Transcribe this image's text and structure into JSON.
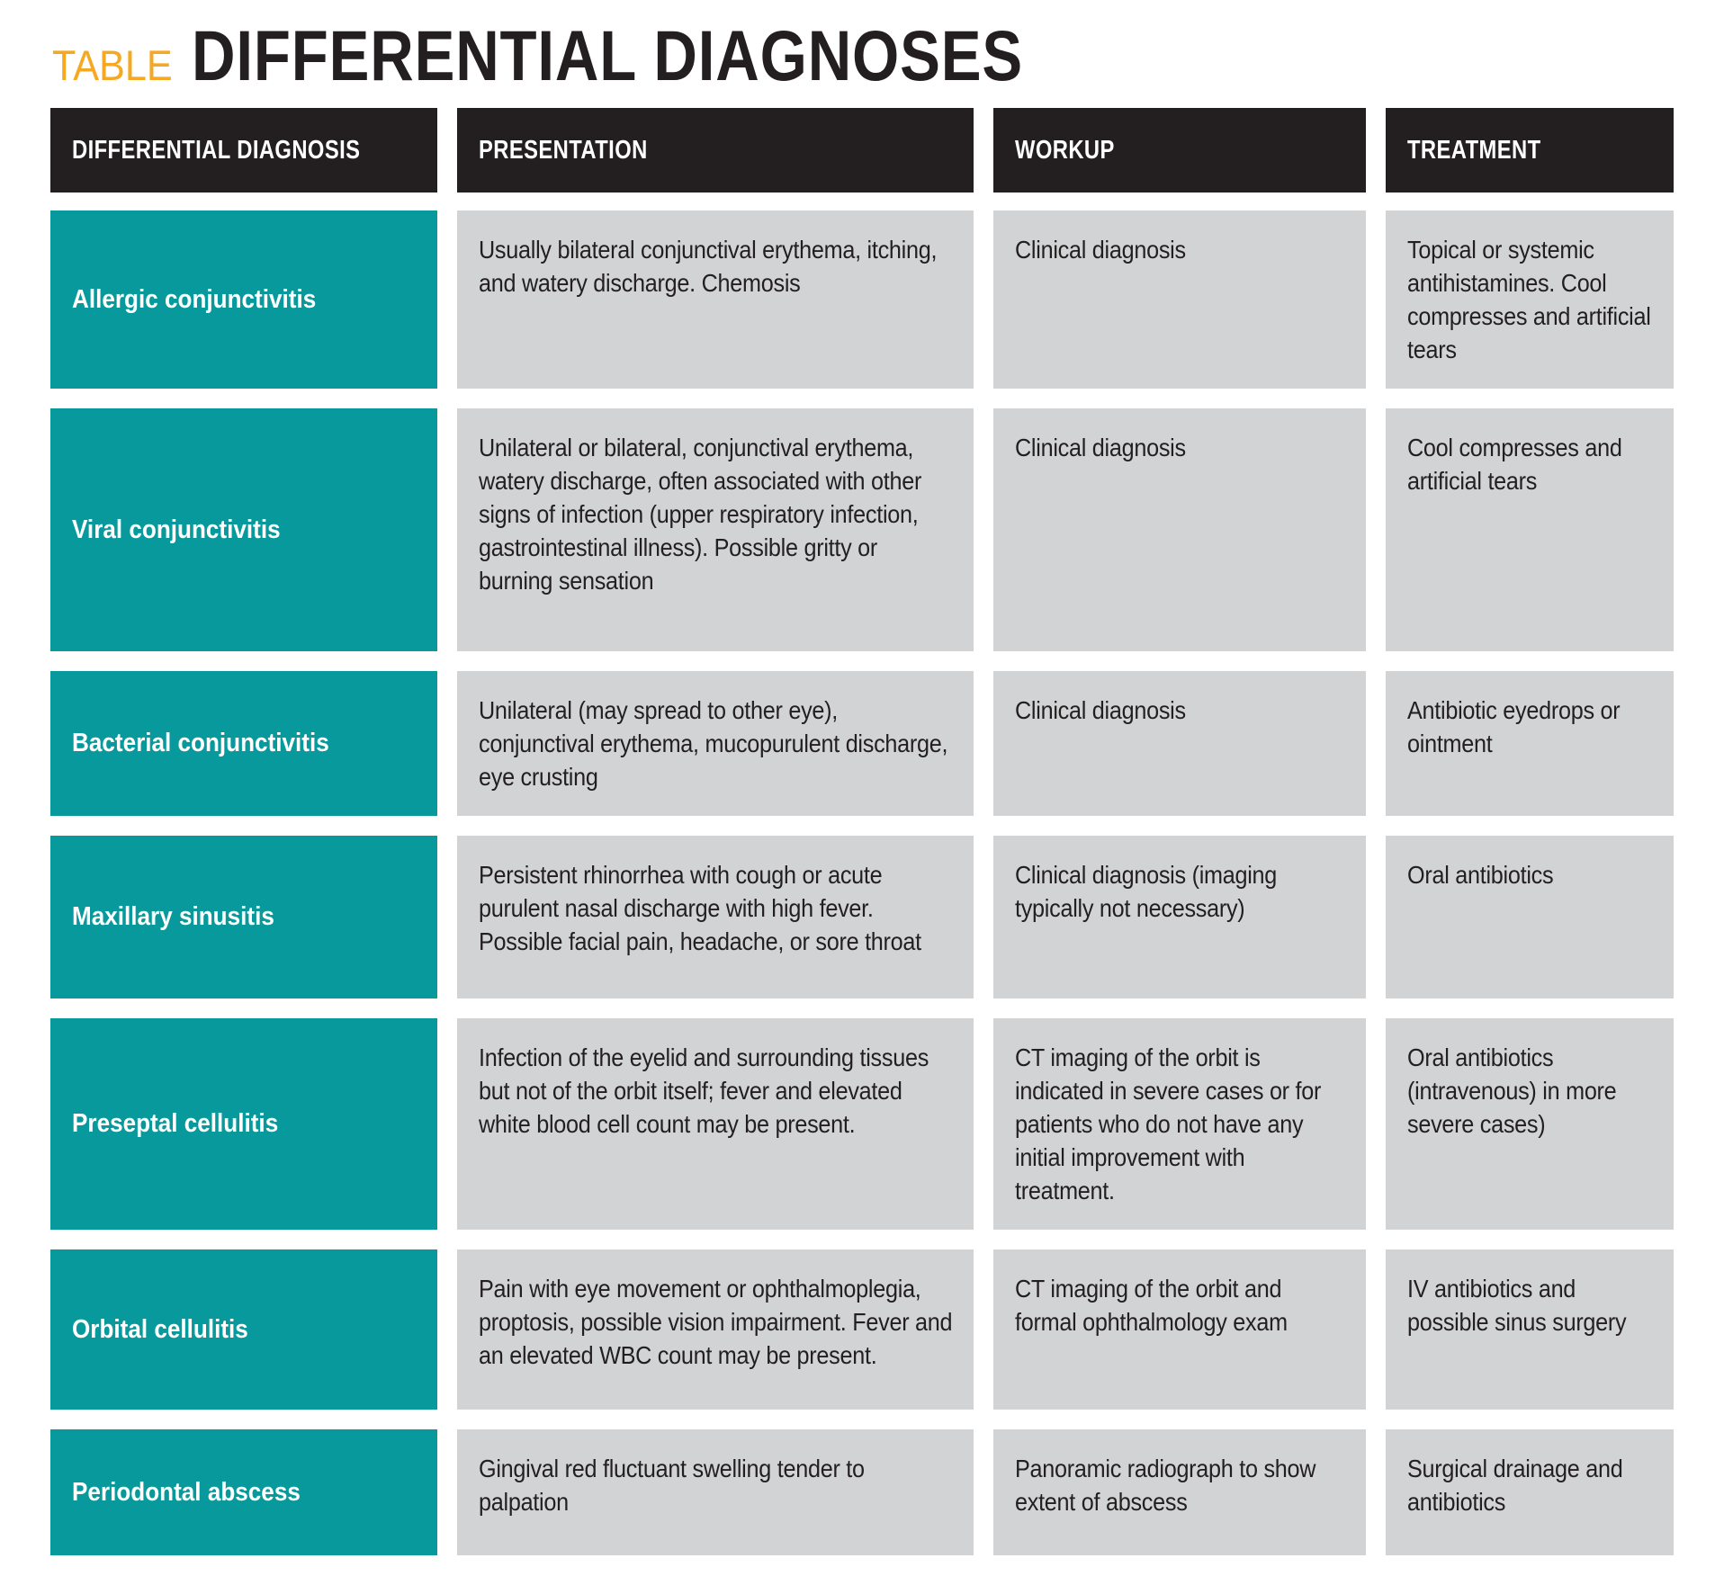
{
  "title": {
    "kicker": "TABLE",
    "heading": "DIFFERENTIAL DIAGNOSES"
  },
  "colors": {
    "teal": "#08999d",
    "header_black": "#231f20",
    "cell_gray": "#d1d3d4",
    "kicker_gold": "#f7a823",
    "text_dark": "#231f20"
  },
  "table": {
    "headers": [
      "DIFFERENTIAL DIAGNOSIS",
      "PRESENTATION",
      "WORKUP",
      "TREATMENT"
    ],
    "rows": [
      {
        "diagnosis": "Allergic conjunctivitis",
        "presentation": "Usually bilateral conjunctival erythema, itching, and watery discharge. Chemosis",
        "workup": "Clinical diagnosis",
        "treatment": "Topical or systemic antihistamines. Cool compresses and artificial tears"
      },
      {
        "diagnosis": "Viral conjunctivitis",
        "presentation": "Unilateral or bilateral, conjunctival erythema, watery discharge, often associated with other signs of infection (upper respiratory infection, gastrointestinal illness). Possible gritty or burning sensation",
        "workup": "Clinical diagnosis",
        "treatment": "Cool compresses and artificial tears"
      },
      {
        "diagnosis": "Bacterial conjunctivitis",
        "presentation": "Unilateral (may spread to other eye), conjunctival erythema, mucopurulent discharge, eye crusting",
        "workup": "Clinical diagnosis",
        "treatment": "Antibiotic eyedrops or ointment"
      },
      {
        "diagnosis": "Maxillary sinusitis",
        "presentation": "Persistent rhinorrhea with cough or acute purulent nasal discharge with high fever. Possible facial pain, headache, or sore throat",
        "workup": "Clinical diagnosis (imaging typically not necessary)",
        "treatment": "Oral antibiotics"
      },
      {
        "diagnosis": "Preseptal cellulitis",
        "presentation": "Infection of the eyelid and surrounding tissues but not of the orbit itself; fever and elevated white blood cell count may be present.",
        "workup": "CT imaging of the orbit is indicated in severe cases or for patients who do not have any initial improvement with treatment.",
        "treatment": "Oral antibiotics (intravenous) in more severe cases)"
      },
      {
        "diagnosis": "Orbital cellulitis",
        "presentation": "Pain with eye movement or ophthalmoplegia, proptosis, possible vision impairment. Fever and an elevated WBC count may be present.",
        "workup": "CT imaging of the orbit and formal ophthalmology exam",
        "treatment": "IV antibiotics and possible sinus surgery"
      },
      {
        "diagnosis": "Periodontal abscess",
        "presentation": "Gingival red fluctuant swelling tender to palpation",
        "workup": "Panoramic radiograph to show extent of abscess",
        "treatment": "Surgical drainage and antibiotics"
      }
    ]
  }
}
